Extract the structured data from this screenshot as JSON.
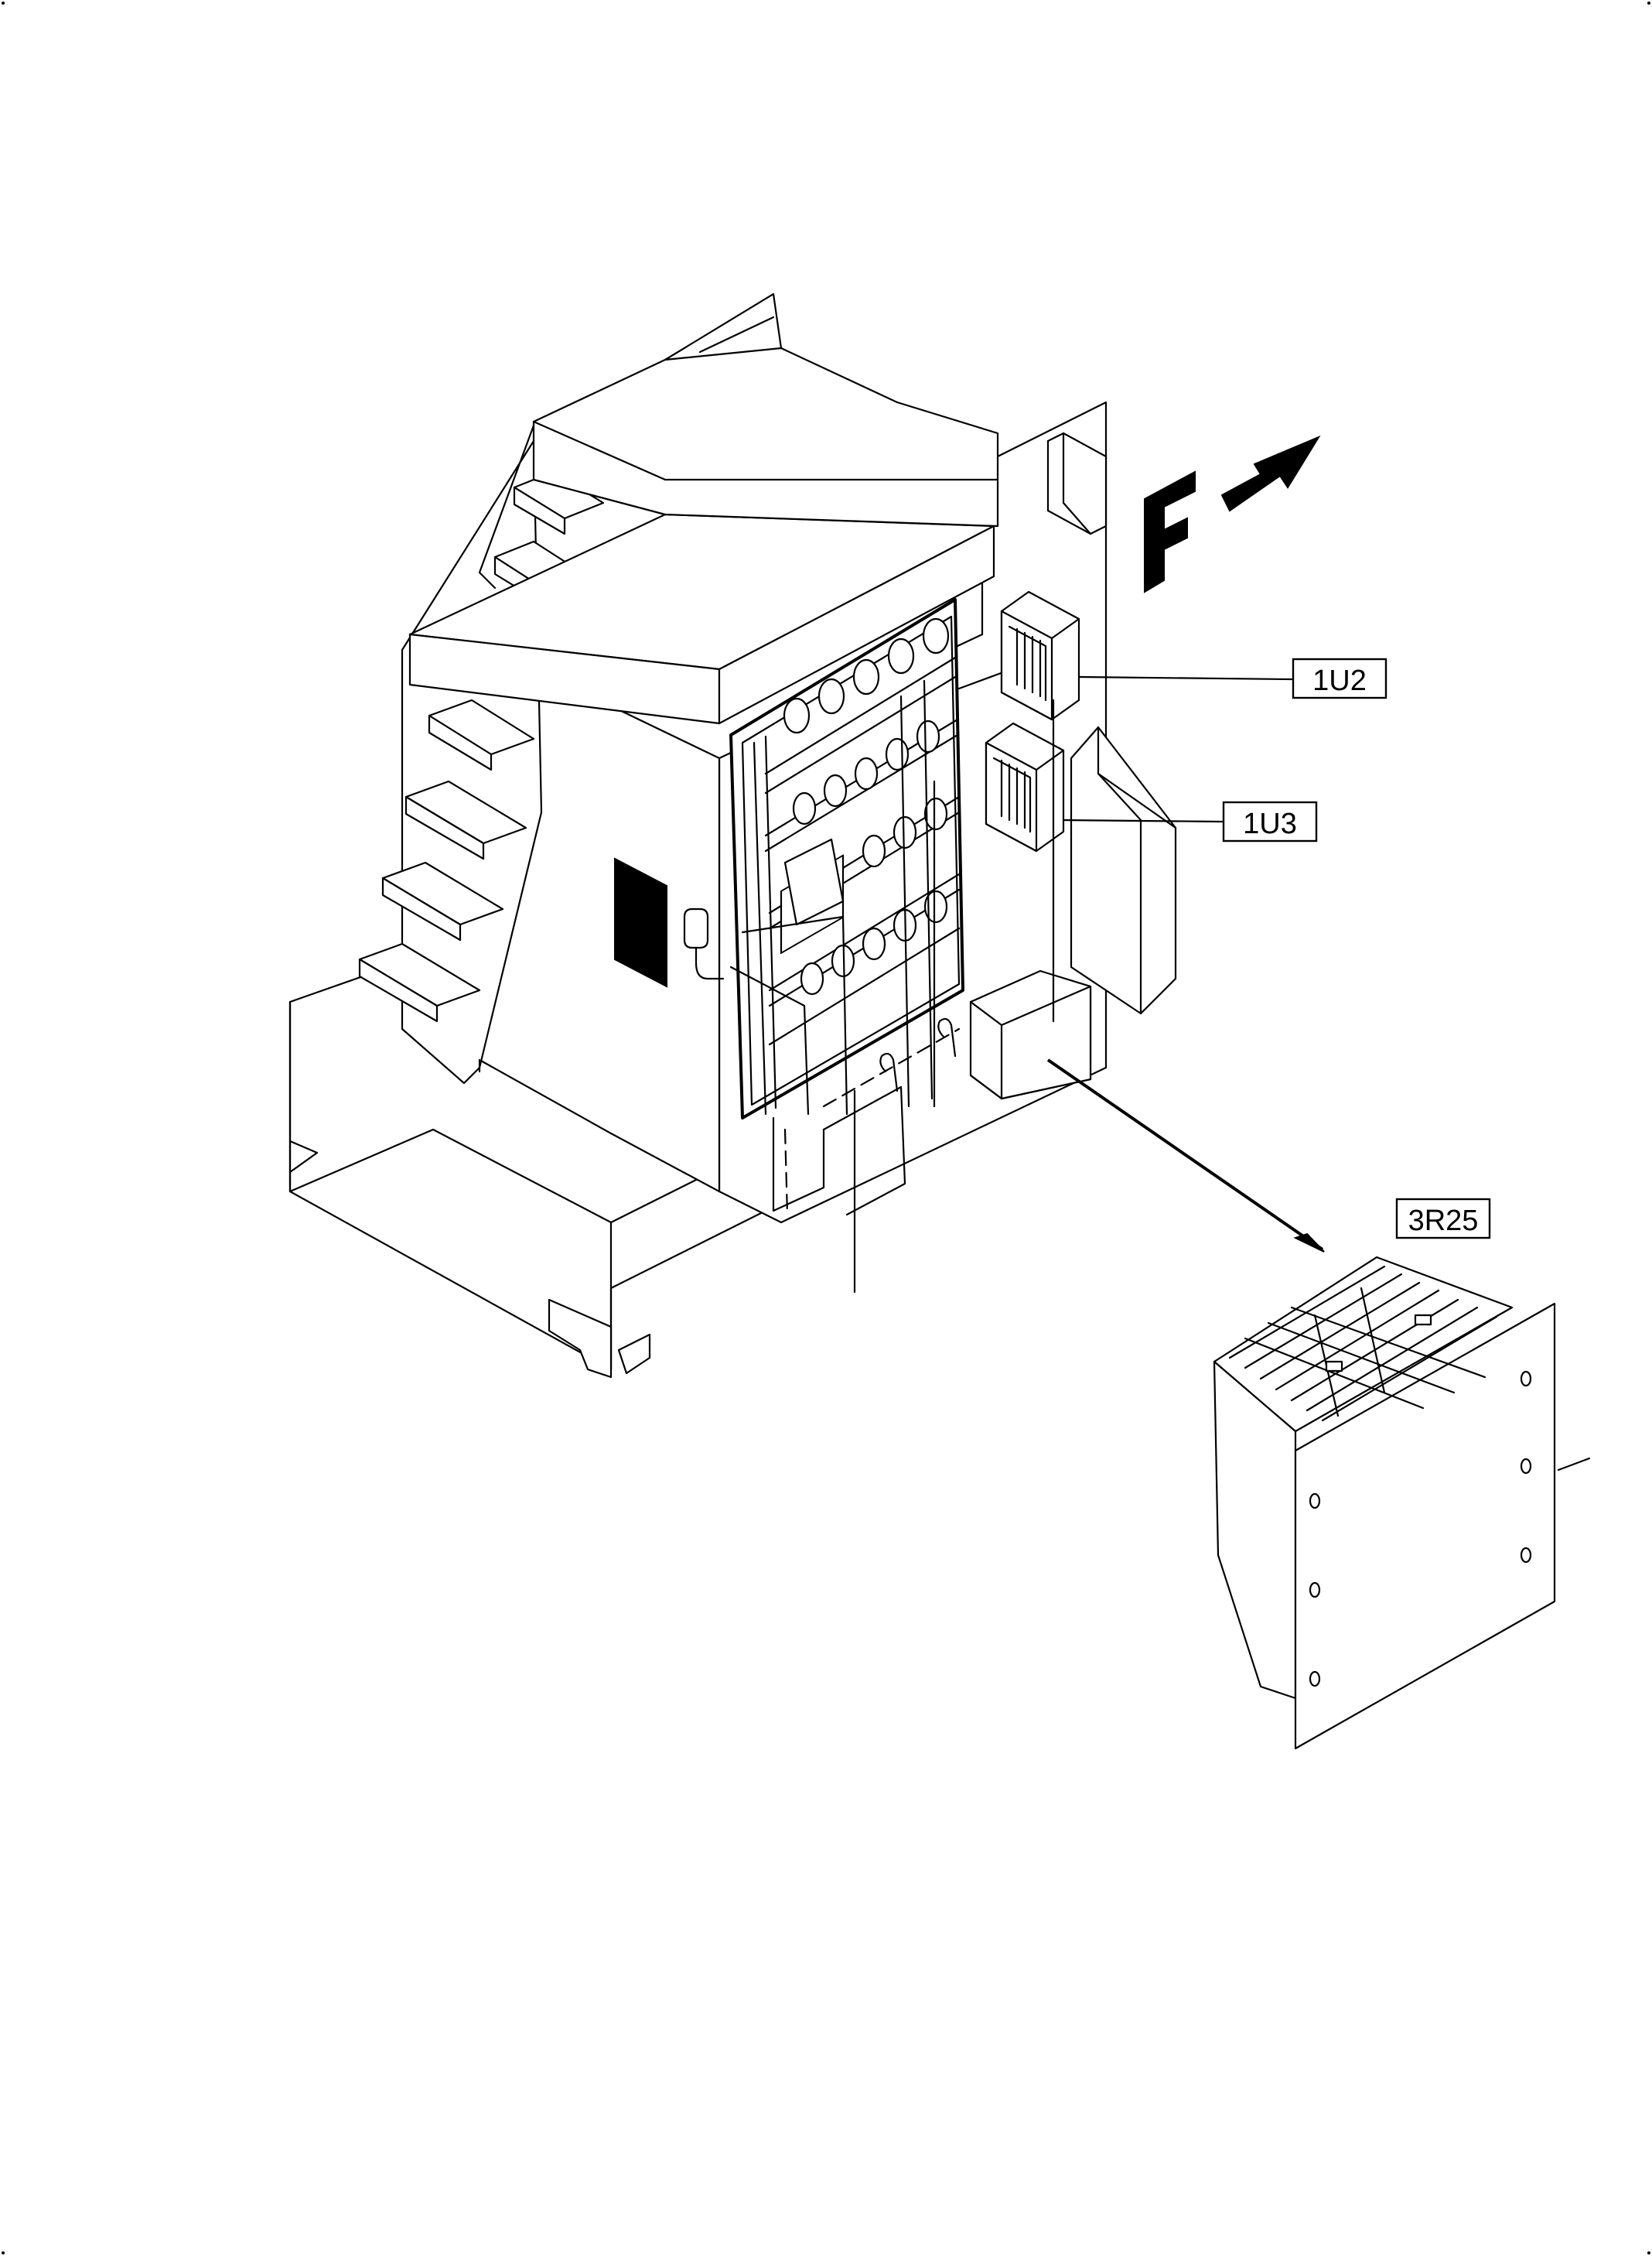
{
  "labels": {
    "u2": "1U2",
    "u3": "1U3",
    "r25": "3R25"
  },
  "icons": {
    "forward": "forward-direction-icon"
  },
  "colors": {
    "ink": "#000000",
    "paper": "#ffffff"
  }
}
